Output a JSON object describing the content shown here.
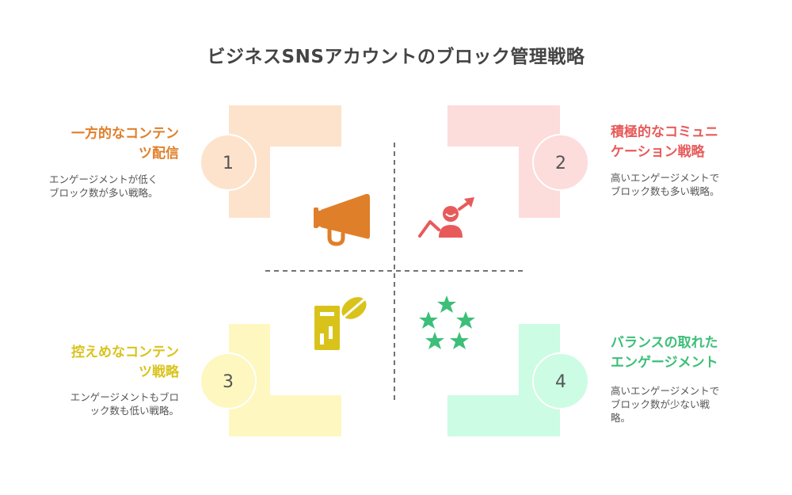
{
  "title": "ビジネスSNSアカウントのブロック管理戦略",
  "quadrants": [
    {
      "number": "1",
      "title_line1": "一方的なコンテン",
      "title_line2": "ツ配信",
      "desc_line1": "エンゲージメントが低く",
      "desc_line2": "ブロック数が多い戦略。",
      "icon": "megaphone-icon",
      "color": "#e07f2a",
      "shape_color": "#fde3cc"
    },
    {
      "number": "2",
      "title_line1": "積極的なコミュニ",
      "title_line2": "ケーション戦略",
      "desc_line1": "高いエンゲージメントで",
      "desc_line2": "ブロック数も多い戦略。",
      "icon": "person-growth-icon",
      "color": "#e85a5a",
      "shape_color": "#fddcdc"
    },
    {
      "number": "3",
      "title_line1": "控えめなコンテン",
      "title_line2": "ツ戦略",
      "desc_line1": "エンゲージメントもブロ",
      "desc_line2": "ック数も低い戦略。",
      "icon": "document-leaf-icon",
      "color": "#d9c31a",
      "shape_color": "#fef7c0"
    },
    {
      "number": "4",
      "title_line1": "バランスの取れた",
      "title_line2": "エンゲージメント",
      "desc_line1": "高いエンゲージメントで",
      "desc_line2": "ブロック数が少ない戦",
      "desc_line3": "略。",
      "icon": "stars-icon",
      "color": "#3cbf78",
      "shape_color": "#ccfce4"
    }
  ]
}
